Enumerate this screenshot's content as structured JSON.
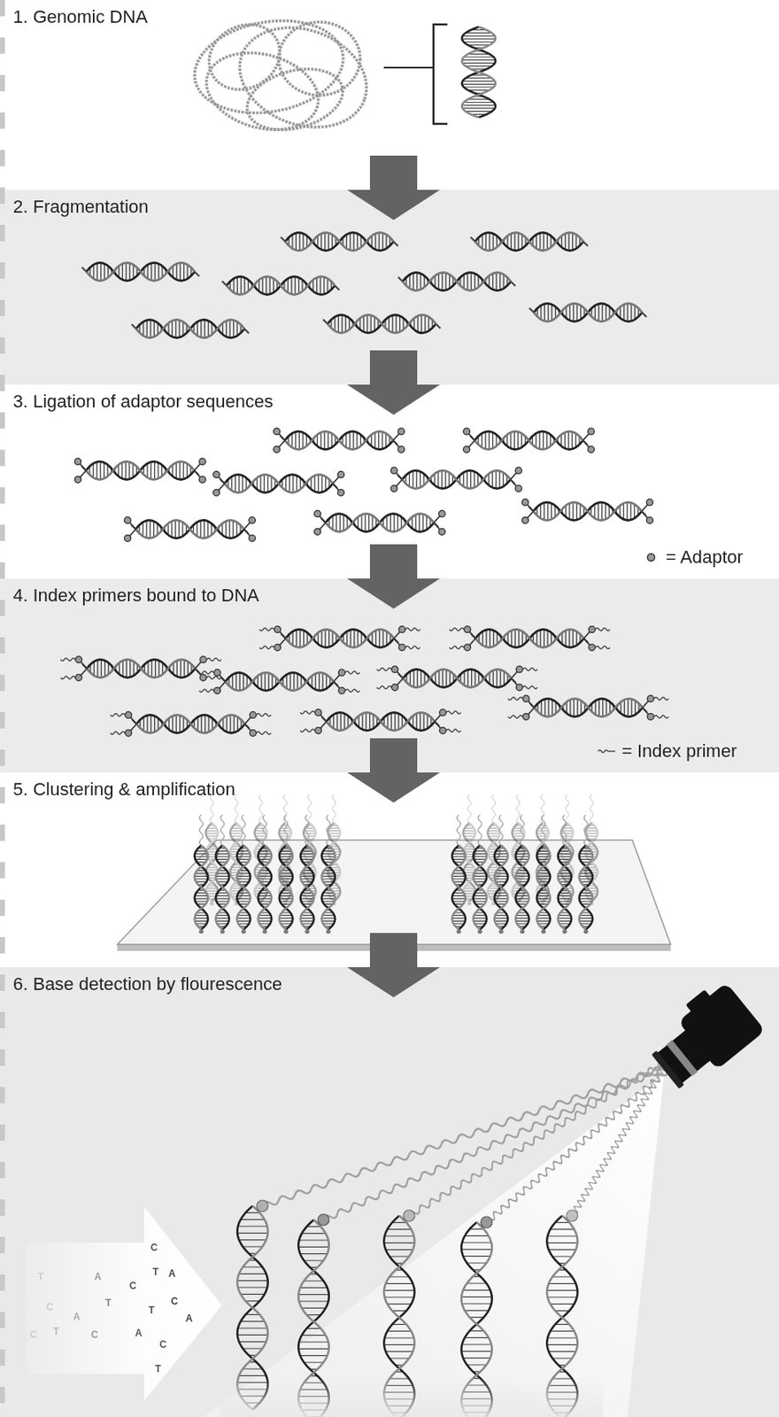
{
  "diagram": {
    "nodes": [
      {
        "text": [
          "1. Genomic DNA"
        ]
      },
      {
        "text": [
          "2. Fragmentation"
        ]
      },
      {
        "text": [
          "3. Ligation of adaptor sequences"
        ]
      },
      {
        "text": [
          "4. Index primers bound to DNA"
        ]
      },
      {
        "text": [
          "5. Clustering & amplification"
        ]
      },
      {
        "text": [
          "6. Base detection by flourescence"
        ]
      }
    ],
    "edges": [
      {
        "from": 0,
        "to": 1,
        "arrow": "to"
      },
      {
        "from": 1,
        "to": 2,
        "arrow": "to"
      },
      {
        "from": 2,
        "to": 3,
        "arrow": "to"
      },
      {
        "from": 3,
        "to": 4,
        "arrow": "to"
      },
      {
        "from": 4,
        "to": 5,
        "arrow": "to"
      }
    ],
    "labels": [
      "T",
      "A",
      "C",
      "C",
      "T",
      "C",
      "T",
      "A",
      "C",
      "T",
      "A",
      "A",
      "C",
      "T",
      "C",
      "A",
      "C",
      "T"
    ],
    "legend": [
      {
        "text": "= Adaptor"
      },
      {
        "text": "= Index primer"
      }
    ]
  }
}
